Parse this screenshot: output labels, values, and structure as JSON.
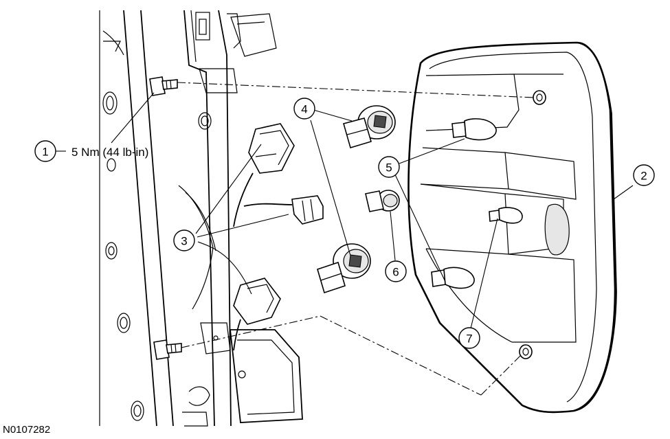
{
  "figure_id": "N0107282",
  "callouts": [
    {
      "number": "1",
      "torque": "5 Nm (44 lb-in)"
    },
    {
      "number": "2"
    },
    {
      "number": "3"
    },
    {
      "number": "4"
    },
    {
      "number": "5"
    },
    {
      "number": "6"
    },
    {
      "number": "7"
    }
  ]
}
